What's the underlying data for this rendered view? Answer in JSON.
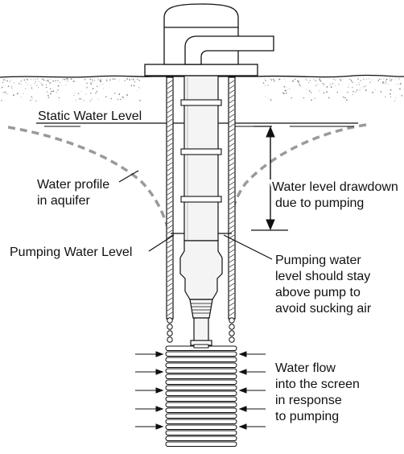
{
  "labels": {
    "static_water_level": "Static Water Level",
    "water_profile_line1": "Water profile",
    "water_profile_line2": "in aquifer",
    "drawdown_line1": "Water level drawdown",
    "drawdown_line2": "due to pumping",
    "pumping_water_level": "Pumping  Water Level",
    "pump_note_line1": "Pumping water",
    "pump_note_line2": "level should stay",
    "pump_note_line3": "above pump to",
    "pump_note_line4": "avoid sucking air",
    "flow_line1": "Water flow",
    "flow_line2": "into the screen",
    "flow_line3": "in response",
    "flow_line4": "to pumping"
  },
  "colors": {
    "ink": "#111111",
    "cone": "#9a9a9a",
    "casing_fill": "#f4f4f4",
    "soil_stipple": "#8a8a8a"
  }
}
